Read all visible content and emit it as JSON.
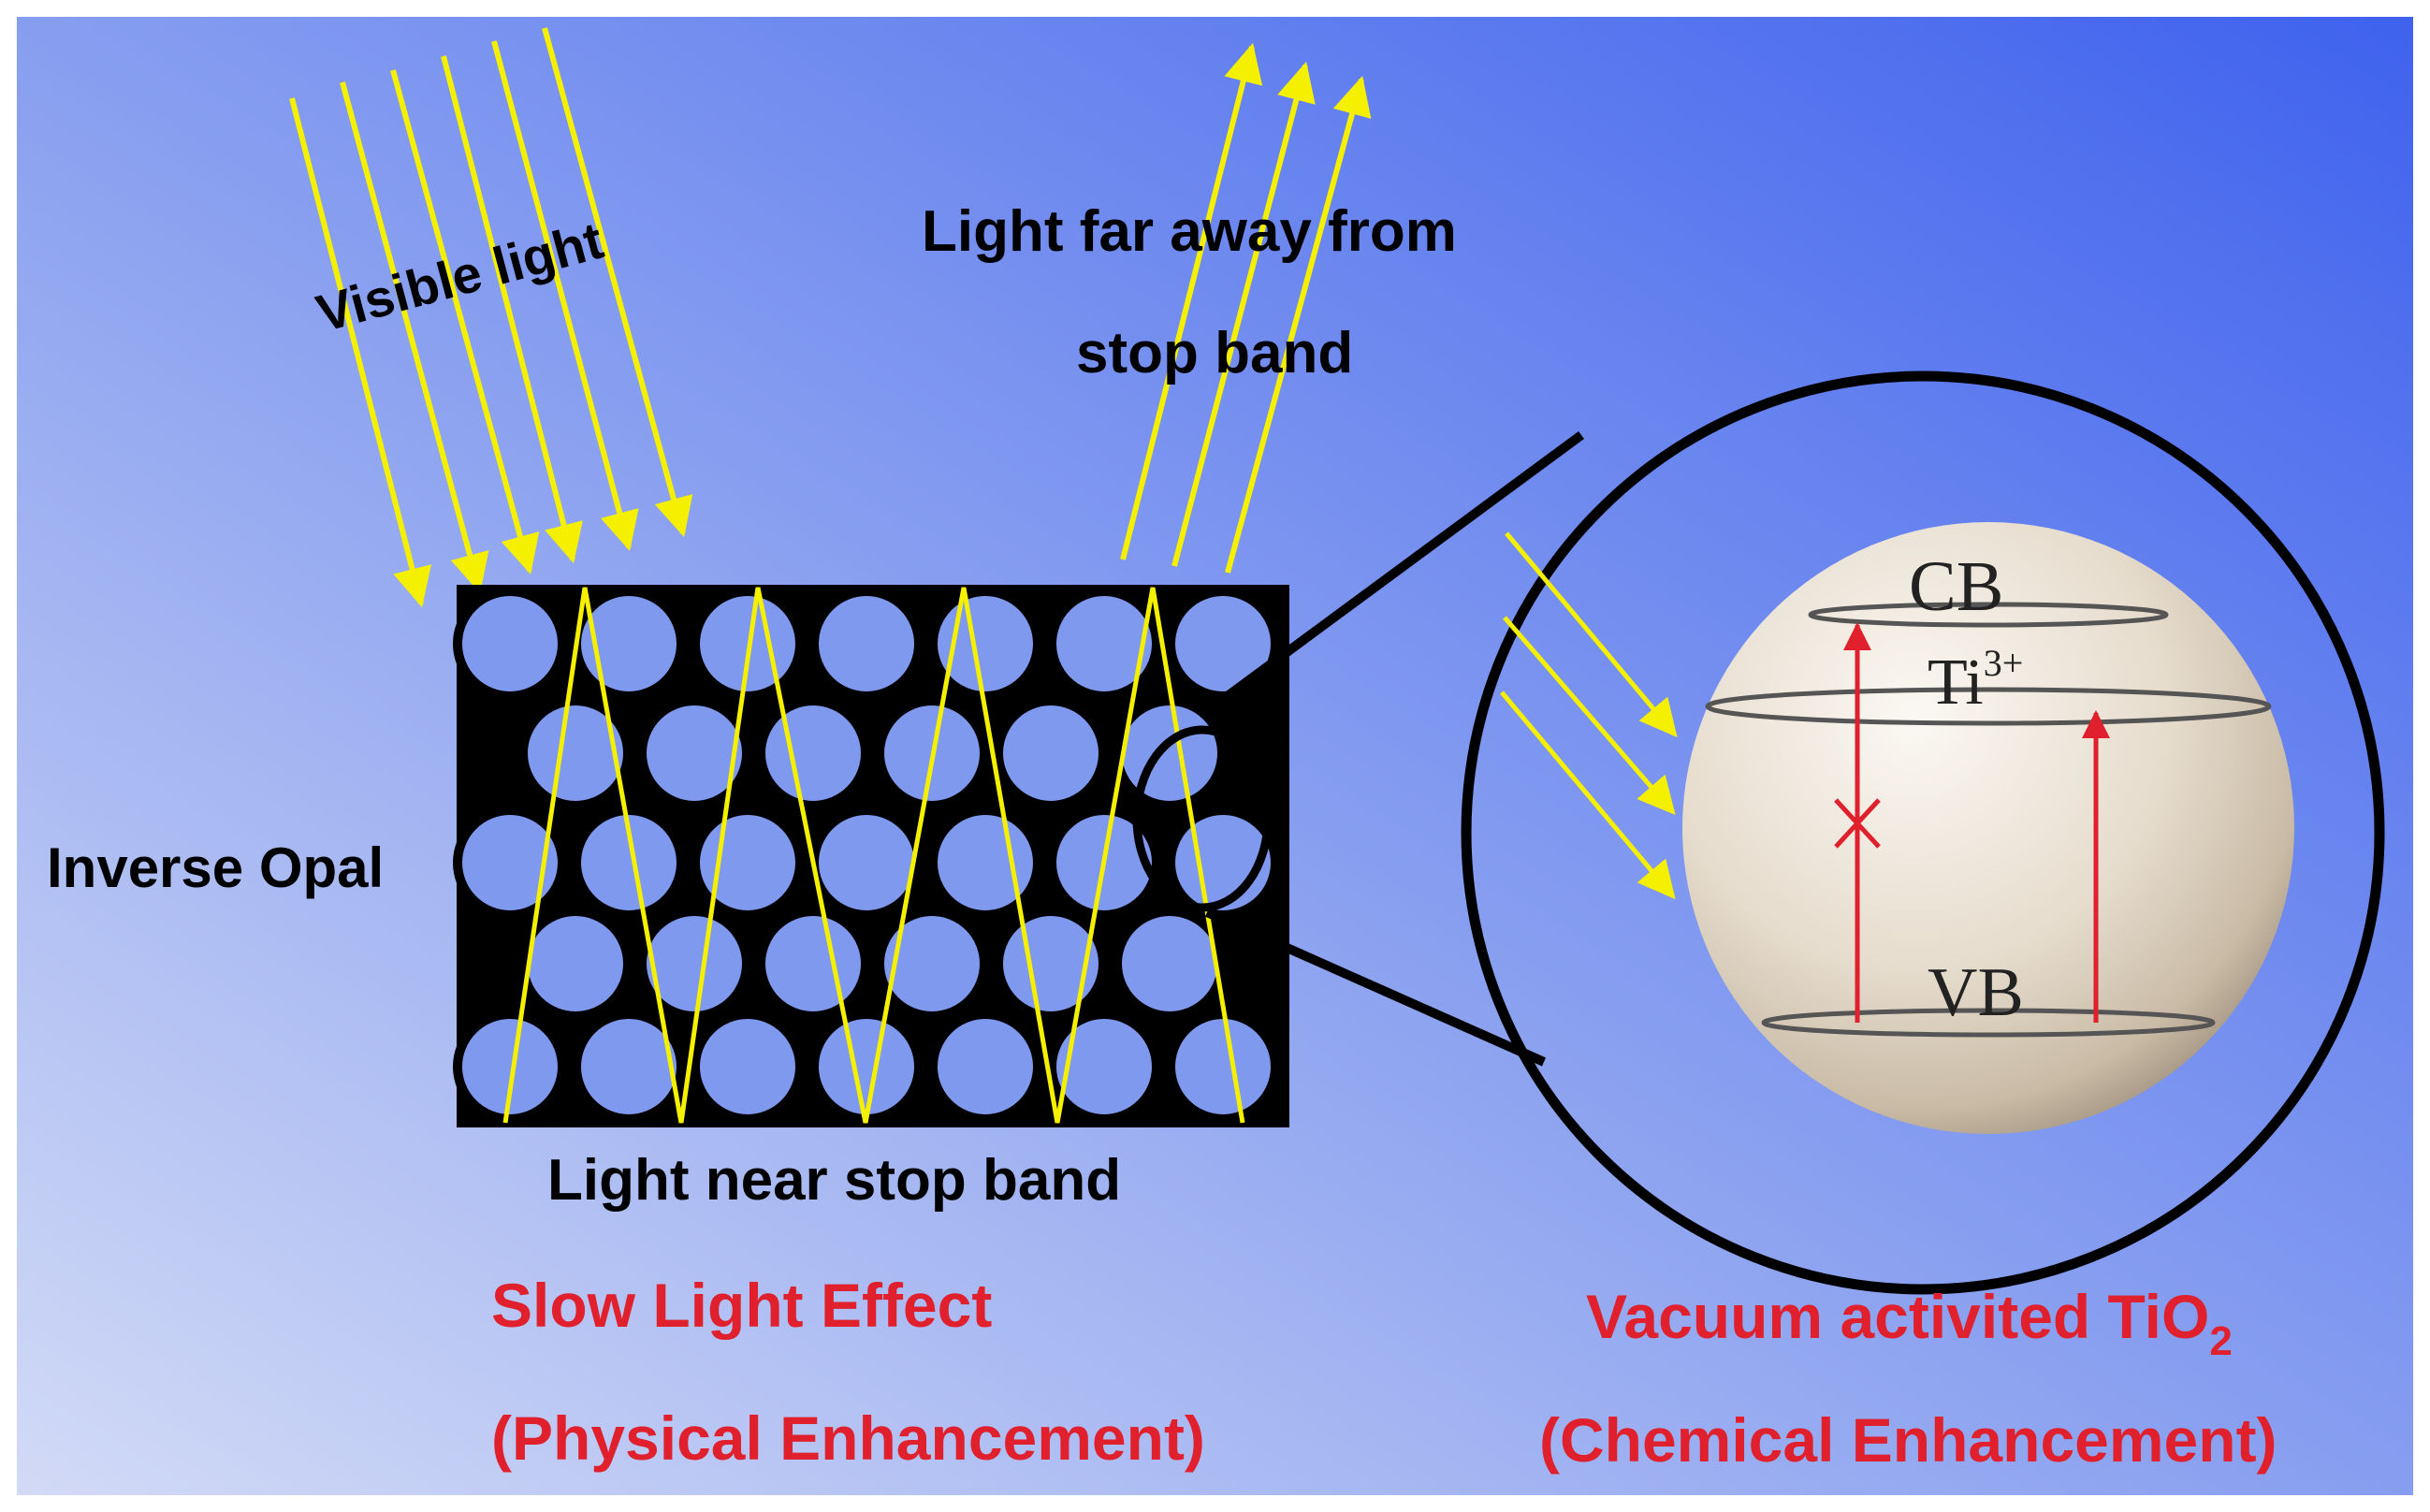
{
  "labels": {
    "visible_light": "Visible light",
    "light_far_line1": "Light far away from",
    "light_far_line2": "stop band",
    "inverse_opal": "Inverse Opal",
    "light_near": "Light near stop band",
    "slow_light_line1": "Slow Light Effect",
    "slow_light_line2": "(Physical Enhancement)",
    "vacuum_line1": "Vacuum activited TiO",
    "vacuum_sub": "2",
    "vacuum_line2": "(Chemical Enhancement)",
    "cb": "CB",
    "ti": "Ti",
    "ti_sup": "3+",
    "vb": "VB"
  },
  "colors": {
    "background_light": "#cfd7f5",
    "background_dark": "#4063ee",
    "light_ray": "#f5f000",
    "accent_red": "#e0202c",
    "outline": "#000000",
    "sphere": "#e9e0d2"
  }
}
